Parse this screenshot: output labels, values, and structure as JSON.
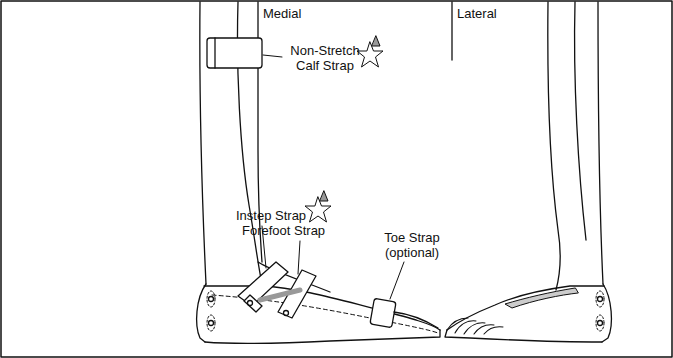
{
  "diagram": {
    "labels": [
      "Medial",
      "Lateral",
      "Non-Stretch Calf Strap",
      "Instep Strap",
      "Forefoot Strap",
      "Toe Strap (optional)"
    ]
  }
}
